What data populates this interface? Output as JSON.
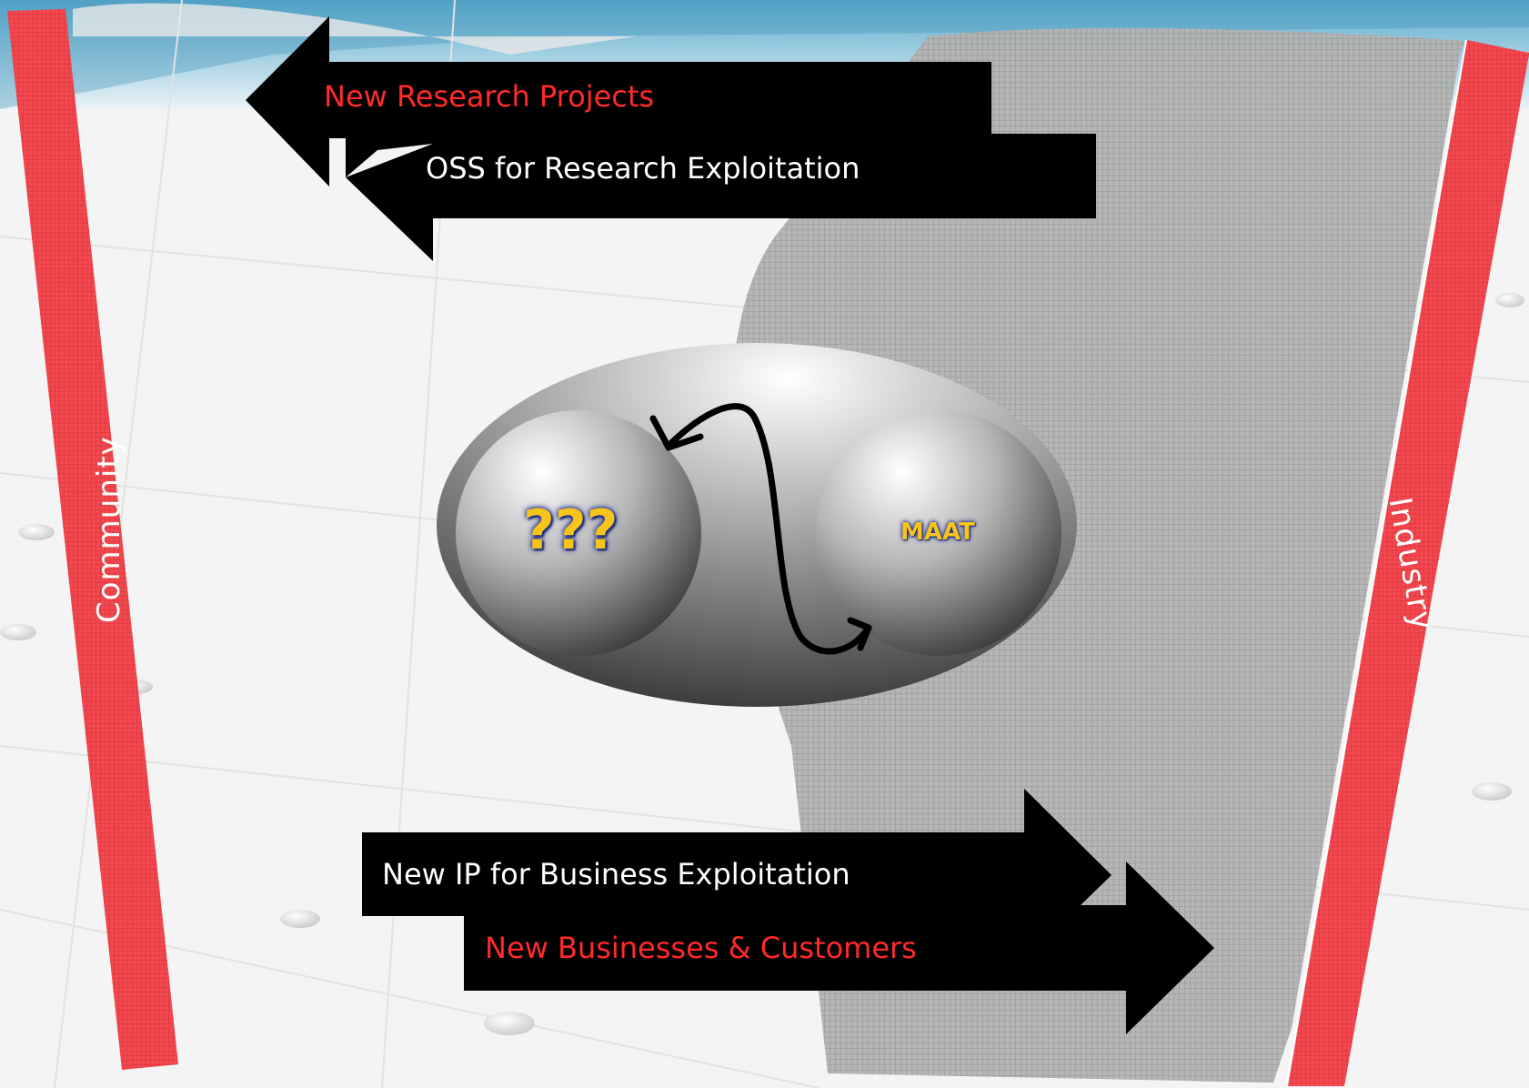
{
  "diagram": {
    "arrows": {
      "top_outer": "New Research Projects",
      "top_inner": "OSS for Research Exploitation",
      "bottom_inner": "New IP for Business Exploitation",
      "bottom_outer": "New Businesses & Customers"
    },
    "sides": {
      "left": "Community",
      "right": "Industry"
    },
    "nodes": {
      "left": "???",
      "right": "MAAT"
    }
  },
  "colors": {
    "band_red": "#f2484f",
    "arrow_black": "#000000",
    "red_text": "#ff2a2a",
    "gold_text": "#f7c51a",
    "grey_region": "#a9a9a9"
  }
}
